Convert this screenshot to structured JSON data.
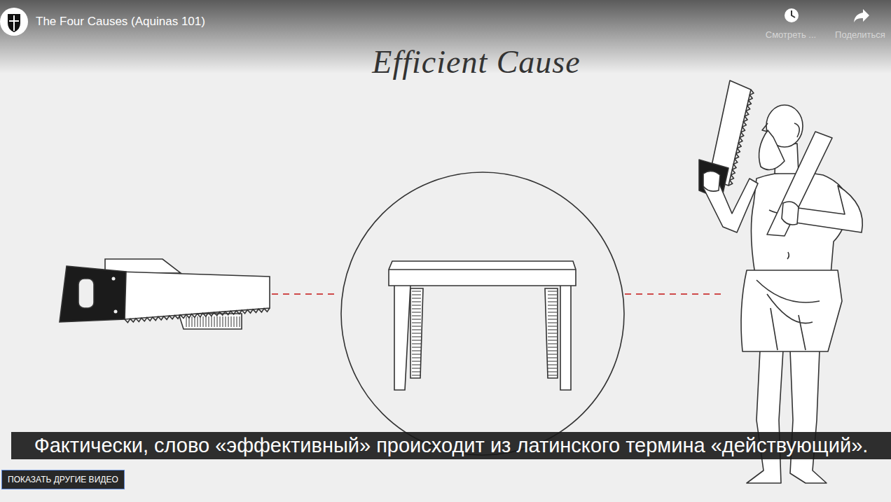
{
  "diagram": {
    "title": "Efficient Cause",
    "nodes": [
      {
        "text": [
          "Фактически, слово «эффективный» происходит из латинского термина «действующий»."
        ]
      },
      {
        "text": [
          "ПОКАЗАТЬ ДРУГИЕ ВИДЕО"
        ]
      }
    ],
    "labels": [
      "The Four Causes (Aquinas 101)",
      "Смотреть ...",
      "Поделиться"
    ]
  }
}
